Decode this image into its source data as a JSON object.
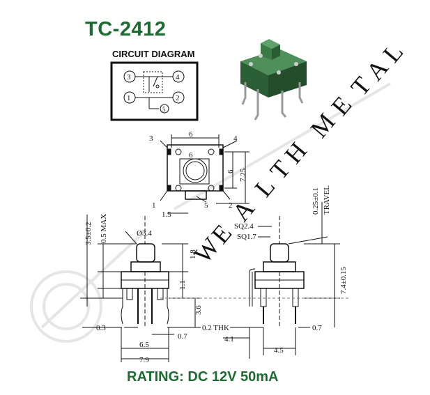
{
  "title": "TC-2412",
  "circuit_label": "CIRCUIT DIAGRAM",
  "rating": "RATING: DC 12V 50mA",
  "watermark_letters": [
    "W",
    "E",
    "A",
    "L",
    "T",
    "H",
    "M",
    "E",
    "T",
    "A",
    "L"
  ],
  "pins": {
    "p1": "1",
    "p2": "2",
    "p3": "3",
    "p4": "4",
    "p5": "5"
  },
  "top_view": {
    "w1": "6",
    "w2": "6",
    "h1": "6",
    "h2": "7.25",
    "s1": "1.5"
  },
  "front_view": {
    "d1": "Ø3.4",
    "d2": "1.8",
    "d3": "1.1",
    "d4": "3.6",
    "d5": "0.3",
    "d6": "0.7",
    "d7": "6.5",
    "d8": "7.9",
    "d9": "3.5±0.2",
    "d10": "0.5 MAX"
  },
  "side_view": {
    "s1": "SQ2.4",
    "s2": "SQ1.7",
    "s3": "0.25±0.1",
    "s4": "TRAVEL",
    "s5": "7.4±0.15",
    "s6": "0.2 THK",
    "s7": "0.7",
    "s8": "4.1",
    "s9": "4.5"
  },
  "colors": {
    "brand_green": "#1d6b32",
    "line": "#111111",
    "body_green": "#2f6b3a"
  }
}
